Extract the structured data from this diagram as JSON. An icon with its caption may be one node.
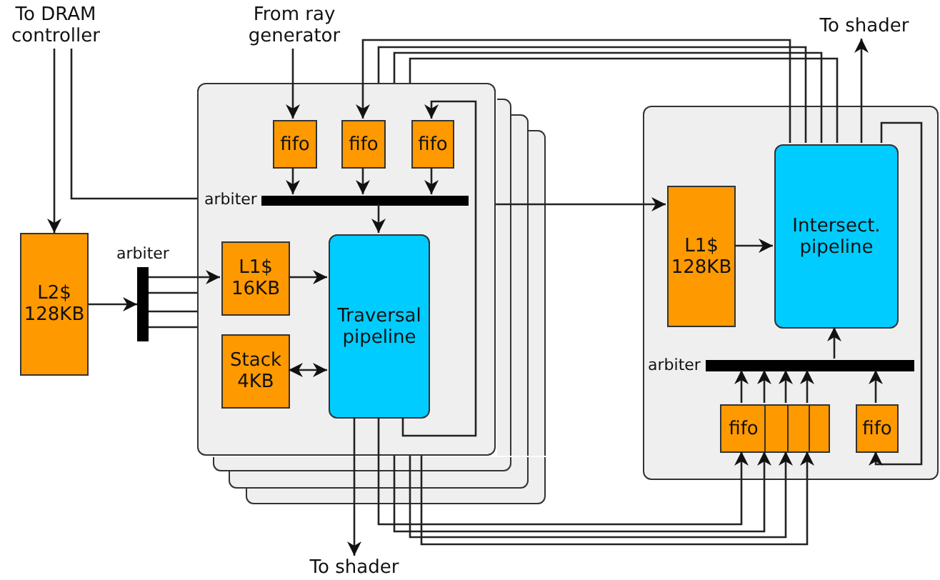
{
  "diagram": {
    "nodes": [
      {
        "text": [
          "To DRAM controller"
        ]
      },
      {
        "text": [
          "From ray generator"
        ]
      },
      {
        "text": [
          "L2$ 128KB"
        ]
      },
      {
        "text": [],
        "shape": "bar",
        "beside": [
          "arbiter"
        ]
      },
      {
        "text": [],
        "shape": "box"
      },
      {
        "text": [
          "fifo"
        ],
        "in": 4
      },
      {
        "text": [
          "fifo"
        ],
        "in": 4
      },
      {
        "text": [
          "fifo"
        ],
        "in": 4
      },
      {
        "text": [],
        "shape": "bar",
        "in": 4,
        "beside": [
          "arbiter"
        ]
      },
      {
        "text": [
          "L1$ 16KB"
        ],
        "in": 4
      },
      {
        "text": [
          "Stack 4KB"
        ],
        "in": 4
      },
      {
        "text": [
          "Traversal pipeline"
        ],
        "in": 4
      },
      {
        "text": [],
        "shape": "box"
      },
      {
        "text": [
          "L1$ 128KB"
        ],
        "in": 12
      },
      {
        "text": [
          "Intersect. pipeline"
        ],
        "in": 12
      },
      {
        "text": [],
        "shape": "bar",
        "in": 12,
        "beside": [
          "arbiter"
        ]
      },
      {
        "text": [
          "fifo"
        ],
        "in": 12
      },
      {
        "text": [
          "fifo"
        ],
        "in": 12
      },
      {
        "text": [
          "To shader"
        ]
      },
      {
        "text": [
          "To shader"
        ]
      }
    ],
    "edges": [
      {
        "from": 0,
        "to": 2,
        "arrow": "to"
      },
      {
        "from": 4,
        "to": 0,
        "arrow": "none"
      },
      {
        "from": 1,
        "to": 5,
        "arrow": "to"
      },
      {
        "from": 2,
        "to": 3,
        "arrow": "to"
      },
      {
        "from": 3,
        "to": 9,
        "arrow": "to"
      },
      {
        "from": 3,
        "to": 4,
        "arrow": "none"
      },
      {
        "from": 3,
        "to": 4,
        "arrow": "none"
      },
      {
        "from": 3,
        "to": 4,
        "arrow": "none"
      },
      {
        "from": 5,
        "to": 8,
        "arrow": "to"
      },
      {
        "from": 6,
        "to": 8,
        "arrow": "to"
      },
      {
        "from": 7,
        "to": 8,
        "arrow": "to"
      },
      {
        "from": 8,
        "to": 11,
        "arrow": "to"
      },
      {
        "from": 9,
        "to": 11,
        "arrow": "to"
      },
      {
        "from": 10,
        "to": 11,
        "arrow": "both"
      },
      {
        "from": 11,
        "to": 18,
        "arrow": "to"
      },
      {
        "from": 11,
        "to": 7,
        "arrow": "to"
      },
      {
        "from": 11,
        "to": 16,
        "arrow": "to"
      },
      {
        "from": 4,
        "to": 16,
        "arrow": "to"
      },
      {
        "from": 4,
        "to": 16,
        "arrow": "to"
      },
      {
        "from": 4,
        "to": 16,
        "arrow": "to"
      },
      {
        "from": 4,
        "to": 13,
        "arrow": "to"
      },
      {
        "from": 14,
        "to": 6,
        "arrow": "to"
      },
      {
        "from": 14,
        "to": 4,
        "arrow": "none"
      },
      {
        "from": 14,
        "to": 4,
        "arrow": "none"
      },
      {
        "from": 14,
        "to": 4,
        "arrow": "none"
      },
      {
        "from": 14,
        "to": 19,
        "arrow": "to"
      },
      {
        "from": 14,
        "to": 17,
        "arrow": "to"
      },
      {
        "from": 13,
        "to": 14,
        "arrow": "to"
      },
      {
        "from": 16,
        "to": 15,
        "arrow": "to"
      },
      {
        "from": 16,
        "to": 15,
        "arrow": "to"
      },
      {
        "from": 16,
        "to": 15,
        "arrow": "to"
      },
      {
        "from": 16,
        "to": 15,
        "arrow": "to"
      },
      {
        "from": 17,
        "to": 15,
        "arrow": "to"
      },
      {
        "from": 15,
        "to": 14,
        "arrow": "to"
      }
    ]
  }
}
